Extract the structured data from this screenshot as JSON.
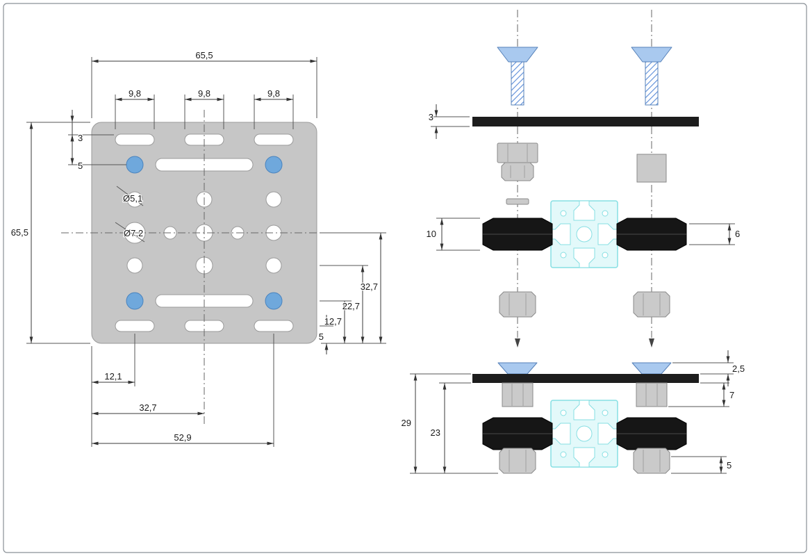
{
  "drawing_type": "v-slot gantry plate technical drawing",
  "colors": {
    "plate_gray": "#c6c6c6",
    "accent_blue": "#6fa8dc",
    "part_black": "#1d1d1d",
    "extrusion_cyan": "#86dfe3",
    "extrusion_fill": "#e3f9fa",
    "nut_gray": "#cacaca",
    "screw_blue": "#a9c9ef"
  },
  "plate_view": {
    "dim_top_width": "65,5",
    "dim_left_height": "65,5",
    "dim_slots": [
      "9,8",
      "9,8",
      "9,8"
    ],
    "dim_edge_offset": "3",
    "dim_slot_offset": "5",
    "hole_dia_small": "Ø5,1",
    "hole_dia_large": "Ø7,2",
    "right_dims": [
      "32,7",
      "22,7",
      "12,7",
      "5"
    ],
    "bottom_dims": [
      "12,1",
      "32,7",
      "52,9"
    ]
  },
  "exploded_view": {
    "dim_plate_thickness": "3",
    "dim_wheel_width": "10",
    "dim_wheel_contact": "6"
  },
  "assembled_view": {
    "dim_screw_head": "2,5",
    "dim_spacer": "7",
    "dim_overall": "29",
    "dim_stack": "23",
    "dim_nut": "5"
  }
}
